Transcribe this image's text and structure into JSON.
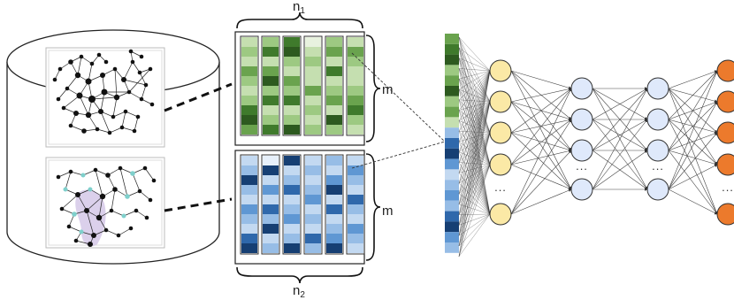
{
  "labels": {
    "n1": "n1",
    "n2": "n2",
    "m_top": "m",
    "m_bottom": "m",
    "ellipsis": "..."
  },
  "colors": {
    "green": [
      "#e8f2df",
      "#c5dfb0",
      "#9dc982",
      "#6aa34e",
      "#3f7a2c",
      "#2d5a1f"
    ],
    "blue": [
      "#e7f0fa",
      "#c3d9f1",
      "#97bde6",
      "#5f97d3",
      "#2f68ab",
      "#163f73"
    ],
    "hidden_in": "#fbe9a6",
    "hidden_mid": "#dfe9fb",
    "output": "#ec7a2c",
    "lines": "#333333",
    "graph_node": "#111111",
    "graph_highlight": "#7fd0cc",
    "graph_region": "#cfc0e4"
  },
  "matrix_green": [
    [
      1,
      2,
      1,
      3,
      2,
      1,
      2,
      4,
      5,
      3
    ],
    [
      2,
      4,
      1,
      3,
      5,
      2,
      4,
      1,
      2,
      4
    ],
    [
      4,
      5,
      2,
      1,
      3,
      2,
      4,
      1,
      2,
      5
    ],
    [
      0,
      1,
      2,
      1,
      1,
      3,
      1,
      2,
      1,
      2
    ],
    [
      2,
      3,
      1,
      4,
      1,
      2,
      3,
      1,
      5,
      2
    ],
    [
      1,
      3,
      2,
      1,
      1,
      2,
      3,
      4,
      2,
      1
    ]
  ],
  "matrix_blue": [
    [
      1,
      2,
      5,
      2,
      1,
      3,
      2,
      1,
      4,
      5
    ],
    [
      0,
      5,
      1,
      3,
      1,
      4,
      2,
      5,
      1,
      2
    ],
    [
      5,
      1,
      2,
      4,
      1,
      2,
      3,
      1,
      2,
      5
    ],
    [
      1,
      2,
      1,
      2,
      3,
      1,
      2,
      1,
      4,
      2
    ],
    [
      2,
      1,
      3,
      5,
      1,
      4,
      1,
      2,
      3,
      5
    ],
    [
      1,
      3,
      2,
      1,
      4,
      2,
      1,
      3,
      2,
      1
    ]
  ],
  "feature_vector": {
    "green": [
      3,
      4,
      5,
      2,
      3,
      5,
      2,
      3,
      1
    ],
    "blue": [
      2,
      4,
      5,
      3,
      1,
      2,
      3,
      2,
      4,
      5,
      3,
      2
    ]
  },
  "network": {
    "layers": [
      {
        "color": "hidden_in",
        "nodes": 5,
        "ellipsis_after": 3
      },
      {
        "color": "hidden_mid",
        "nodes": 4,
        "ellipsis_after": 2
      },
      {
        "color": "hidden_mid",
        "nodes": 4,
        "ellipsis_after": 2
      },
      {
        "color": "output",
        "nodes": 5,
        "ellipsis_after": 3
      }
    ]
  }
}
